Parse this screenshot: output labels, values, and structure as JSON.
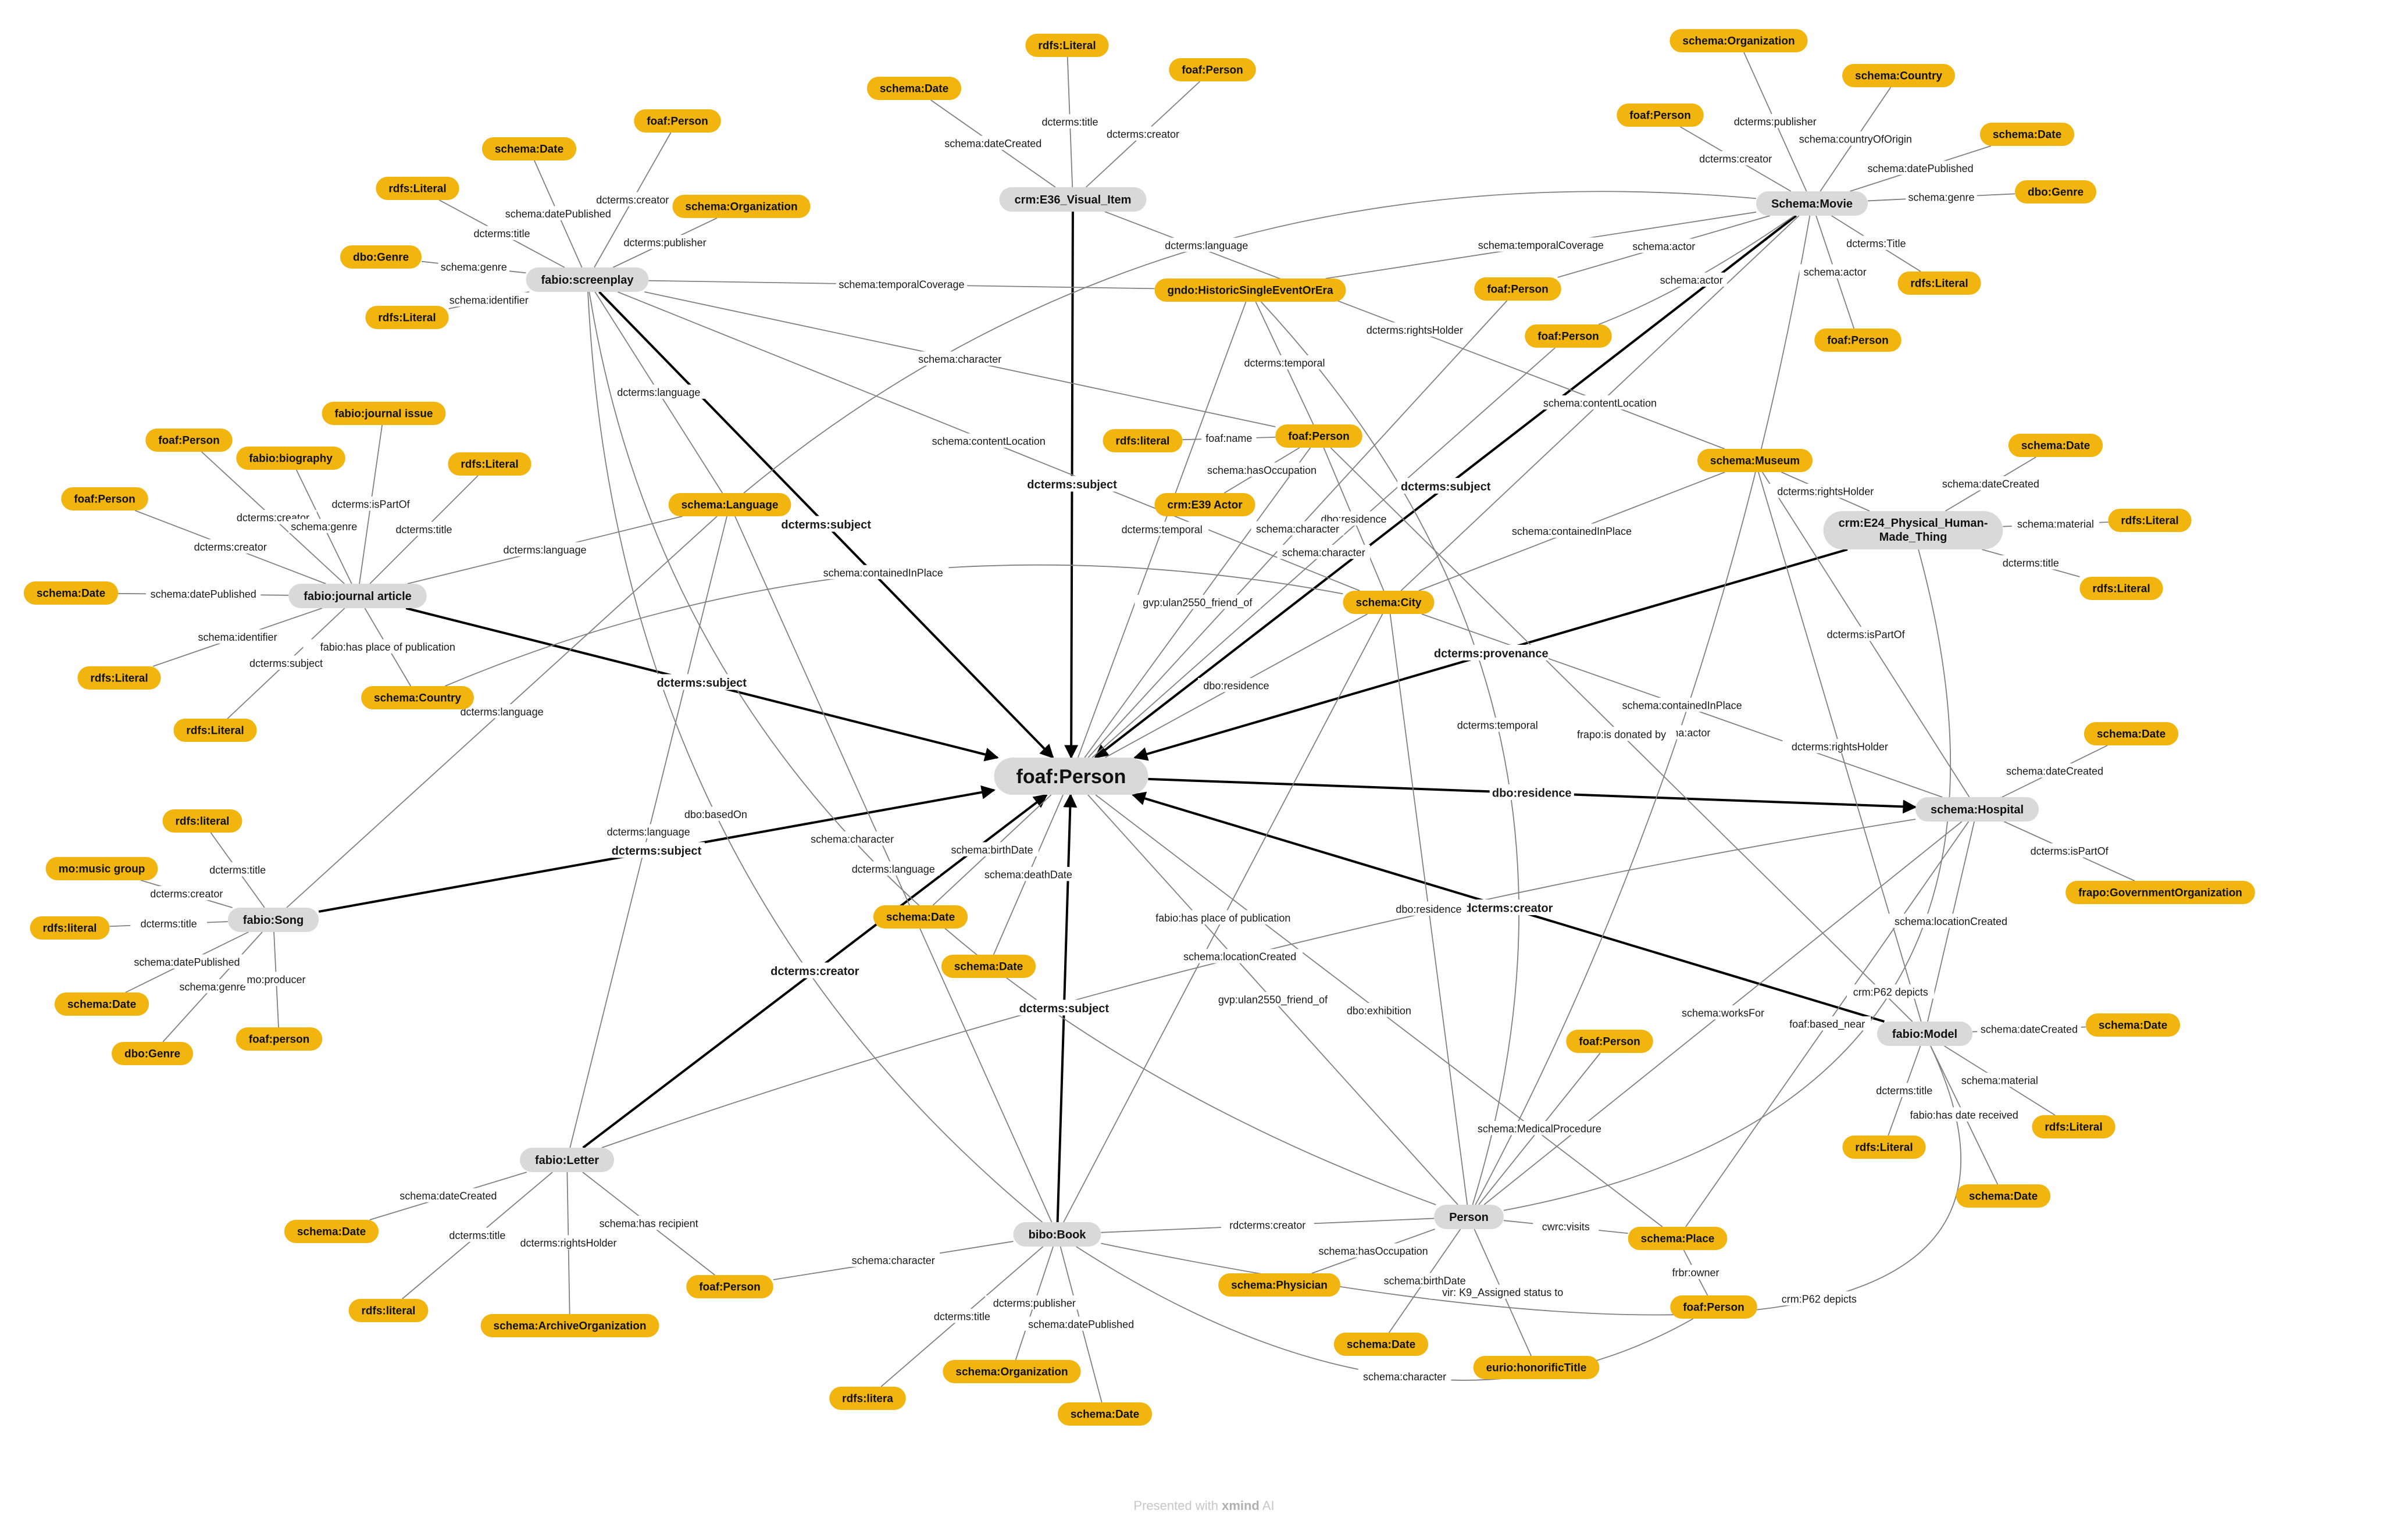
{
  "footer": {
    "prefix": "Presented with",
    "brand": "xmind",
    "suffix": "AI"
  },
  "colors": {
    "class_node": "#d9d9d9",
    "type_node": "#f2b50f",
    "thin_line": "#808080",
    "bold_line": "#000000"
  },
  "nodes": [
    {
      "id": "center",
      "label": "foaf:Person",
      "kind": "center"
    },
    {
      "id": "screenplay",
      "label": "fabio:screenplay",
      "kind": "class"
    },
    {
      "id": "visual",
      "label": "crm:E36_Visual_Item",
      "kind": "class"
    },
    {
      "id": "movie",
      "label": "Schema:Movie",
      "kind": "class"
    },
    {
      "id": "e24",
      "label": "crm:E24_Physical_Human-Made_Thing",
      "kind": "class"
    },
    {
      "id": "hospital",
      "label": "schema:Hospital",
      "kind": "class"
    },
    {
      "id": "model",
      "label": "fabio:Model",
      "kind": "class"
    },
    {
      "id": "person",
      "label": "Person",
      "kind": "class"
    },
    {
      "id": "book",
      "label": "bibo:Book",
      "kind": "class"
    },
    {
      "id": "letter",
      "label": "fabio:Letter",
      "kind": "class"
    },
    {
      "id": "song",
      "label": "fabio:Song",
      "kind": "class"
    },
    {
      "id": "journal",
      "label": "fabio:journal article",
      "kind": "class"
    },
    {
      "id": "sp_date",
      "label": "schema:Date",
      "kind": "type"
    },
    {
      "id": "sp_foaf",
      "label": "foaf:Person",
      "kind": "type"
    },
    {
      "id": "sp_lit",
      "label": "rdfs:Literal",
      "kind": "type"
    },
    {
      "id": "sp_org",
      "label": "schema:Organization",
      "kind": "type"
    },
    {
      "id": "sp_genre",
      "label": "dbo:Genre",
      "kind": "type"
    },
    {
      "id": "sp_lit2",
      "label": "rdfs:Literal",
      "kind": "type"
    },
    {
      "id": "vi_date",
      "label": "schema:Date",
      "kind": "type"
    },
    {
      "id": "vi_lit",
      "label": "rdfs:Literal",
      "kind": "type"
    },
    {
      "id": "vi_foaf",
      "label": "foaf:Person",
      "kind": "type"
    },
    {
      "id": "mv_org",
      "label": "schema:Organization",
      "kind": "type"
    },
    {
      "id": "mv_country",
      "label": "schema:Country",
      "kind": "type"
    },
    {
      "id": "mv_foaf",
      "label": "foaf:Person",
      "kind": "type"
    },
    {
      "id": "mv_date",
      "label": "schema:Date",
      "kind": "type"
    },
    {
      "id": "mv_genre",
      "label": "dbo:Genre",
      "kind": "type"
    },
    {
      "id": "mv_lit",
      "label": "rdfs:Literal",
      "kind": "type"
    },
    {
      "id": "mv_actor3",
      "label": "foaf:Person",
      "kind": "type"
    },
    {
      "id": "mv_actor1",
      "label": "foaf:Person",
      "kind": "type"
    },
    {
      "id": "mv_actor2",
      "label": "foaf:Person",
      "kind": "type"
    },
    {
      "id": "gndo",
      "label": "gndo:HistoricSingleEventOrEra",
      "kind": "type"
    },
    {
      "id": "char_person",
      "label": "foaf:Person",
      "kind": "type"
    },
    {
      "id": "rdfs_literal_s",
      "label": "rdfs:literal",
      "kind": "type"
    },
    {
      "id": "crm_actor",
      "label": "crm:E39 Actor",
      "kind": "type"
    },
    {
      "id": "museum",
      "label": "schema:Museum",
      "kind": "type"
    },
    {
      "id": "language",
      "label": "schema:Language",
      "kind": "type"
    },
    {
      "id": "city",
      "label": "schema:City",
      "kind": "type"
    },
    {
      "id": "e24_date",
      "label": "schema:Date",
      "kind": "type"
    },
    {
      "id": "e24_lit",
      "label": "rdfs:Literal",
      "kind": "type"
    },
    {
      "id": "e24_lit2",
      "label": "rdfs:Literal",
      "kind": "type"
    },
    {
      "id": "ja_journal",
      "label": "fabio:journal issue",
      "kind": "type"
    },
    {
      "id": "ja_foaf1",
      "label": "foaf:Person",
      "kind": "type"
    },
    {
      "id": "ja_bio",
      "label": "fabio:biography",
      "kind": "type"
    },
    {
      "id": "ja_lit",
      "label": "rdfs:Literal",
      "kind": "type"
    },
    {
      "id": "ja_foaf2",
      "label": "foaf:Person",
      "kind": "type"
    },
    {
      "id": "ja_date",
      "label": "schema:Date",
      "kind": "type"
    },
    {
      "id": "ja_lit2",
      "label": "rdfs:Literal",
      "kind": "type"
    },
    {
      "id": "ja_lit3",
      "label": "rdfs:Literal",
      "kind": "type"
    },
    {
      "id": "country",
      "label": "schema:Country",
      "kind": "type"
    },
    {
      "id": "song_lit",
      "label": "rdfs:literal",
      "kind": "type"
    },
    {
      "id": "song_mo",
      "label": "mo:music group",
      "kind": "type"
    },
    {
      "id": "song_lit2",
      "label": "rdfs:literal",
      "kind": "type"
    },
    {
      "id": "song_date",
      "label": "schema:Date",
      "kind": "type"
    },
    {
      "id": "song_genre",
      "label": "dbo:Genre",
      "kind": "type"
    },
    {
      "id": "song_prod",
      "label": "foaf:person",
      "kind": "type"
    },
    {
      "id": "birth_date",
      "label": "schema:Date",
      "kind": "type"
    },
    {
      "id": "death_date",
      "label": "schema:Date",
      "kind": "type"
    },
    {
      "id": "hos_date",
      "label": "schema:Date",
      "kind": "type"
    },
    {
      "id": "frapo",
      "label": "frapo:GovernmentOrganization",
      "kind": "type"
    },
    {
      "id": "md_date",
      "label": "schema:Date",
      "kind": "type"
    },
    {
      "id": "md_lit",
      "label": "rdfs:Literal",
      "kind": "type"
    },
    {
      "id": "md_lit2",
      "label": "rdfs:Literal",
      "kind": "type"
    },
    {
      "id": "md_date2",
      "label": "schema:Date",
      "kind": "type"
    },
    {
      "id": "p_foaf",
      "label": "foaf:Person",
      "kind": "type"
    },
    {
      "id": "place",
      "label": "schema:Place",
      "kind": "type"
    },
    {
      "id": "owner",
      "label": "foaf:Person",
      "kind": "type"
    },
    {
      "id": "physician",
      "label": "schema:Physician",
      "kind": "type"
    },
    {
      "id": "p_date",
      "label": "schema:Date",
      "kind": "type"
    },
    {
      "id": "eurio",
      "label": "eurio:honorificTitle",
      "kind": "type"
    },
    {
      "id": "lt_date",
      "label": "schema:Date",
      "kind": "type"
    },
    {
      "id": "lt_lit",
      "label": "rdfs:literal",
      "kind": "type"
    },
    {
      "id": "archive",
      "label": "schema:ArchiveOrganization",
      "kind": "type"
    },
    {
      "id": "lt_foaf",
      "label": "foaf:Person",
      "kind": "type"
    },
    {
      "id": "bk_org",
      "label": "schema:Organization",
      "kind": "type"
    },
    {
      "id": "bk_lit",
      "label": "rdfs:litera",
      "kind": "type"
    },
    {
      "id": "bk_date",
      "label": "schema:Date",
      "kind": "type"
    }
  ],
  "edges": [
    {
      "from": "screenplay",
      "to": "center",
      "label": "dcterms:subject",
      "bold": true
    },
    {
      "from": "visual",
      "to": "center",
      "label": "dcterms:subject",
      "bold": true
    },
    {
      "from": "movie",
      "to": "center",
      "label": "dcterms:subject",
      "bold": true
    },
    {
      "from": "e24",
      "to": "center",
      "label": "dcterms:provenance",
      "bold": true
    },
    {
      "from": "center",
      "to": "hospital",
      "label": "dbo:residence",
      "bold": true
    },
    {
      "from": "model",
      "to": "center",
      "label": "dcterms:creator",
      "bold": true
    },
    {
      "from": "book",
      "to": "center",
      "label": "dcterms:subject",
      "bold": true
    },
    {
      "from": "letter",
      "to": "center",
      "label": "dcterms:creator",
      "bold": true
    },
    {
      "from": "song",
      "to": "center",
      "label": "dcterms:subject",
      "bold": true
    },
    {
      "from": "journal",
      "to": "center",
      "label": "dcterms:subject",
      "bold": true
    },
    {
      "from": "screenplay",
      "to": "sp_date",
      "label": "schema:datePublished"
    },
    {
      "from": "screenplay",
      "to": "sp_foaf",
      "label": "dcterms:creator"
    },
    {
      "from": "screenplay",
      "to": "sp_lit",
      "label": "dcterms:title"
    },
    {
      "from": "screenplay",
      "to": "sp_org",
      "label": "dcterms:publisher"
    },
    {
      "from": "screenplay",
      "to": "sp_genre",
      "label": "schema:genre"
    },
    {
      "from": "screenplay",
      "to": "sp_lit2",
      "label": "schema:identifier"
    },
    {
      "from": "screenplay",
      "to": "gndo",
      "label": "schema:temporalCoverage"
    },
    {
      "from": "screenplay",
      "to": "char_person",
      "label": "schema:character"
    },
    {
      "from": "screenplay",
      "to": "city",
      "label": "schema:contentLocation"
    },
    {
      "from": "screenplay",
      "to": "language",
      "label": "dcterms:language"
    },
    {
      "from": "screenplay",
      "to": "book",
      "label": "dbo:basedOn"
    },
    {
      "from": "screenplay",
      "to": "person",
      "label": "schema:character"
    },
    {
      "from": "visual",
      "to": "vi_date",
      "label": "schema:dateCreated"
    },
    {
      "from": "visual",
      "to": "vi_lit",
      "label": "dcterms:title"
    },
    {
      "from": "visual",
      "to": "vi_foaf",
      "label": "dcterms:creator"
    },
    {
      "from": "visual",
      "to": "museum",
      "label": "dcterms:rightsHolder"
    },
    {
      "from": "movie",
      "to": "mv_org",
      "label": "dcterms:publisher"
    },
    {
      "from": "movie",
      "to": "mv_country",
      "label": "schema:countryOfOrigin"
    },
    {
      "from": "movie",
      "to": "mv_foaf",
      "label": "dcterms:creator"
    },
    {
      "from": "movie",
      "to": "mv_date",
      "label": "schema:datePublished"
    },
    {
      "from": "movie",
      "to": "mv_genre",
      "label": "schema:genre"
    },
    {
      "from": "movie",
      "to": "mv_lit",
      "label": "dcterms:Title"
    },
    {
      "from": "movie",
      "to": "mv_actor3",
      "label": "schema:actor"
    },
    {
      "from": "movie",
      "to": "mv_actor1",
      "label": "schema:actor"
    },
    {
      "from": "movie",
      "to": "mv_actor2",
      "label": "schema:actor"
    },
    {
      "from": "movie",
      "to": "gndo",
      "label": "schema:temporalCoverage"
    },
    {
      "from": "movie",
      "to": "language",
      "label": "dcterms:language"
    },
    {
      "from": "movie",
      "to": "city",
      "label": "schema:contentLocation"
    },
    {
      "from": "movie",
      "to": "person",
      "label": "schema:actor"
    },
    {
      "from": "gndo",
      "to": "char_person",
      "label": "dcterms:temporal"
    },
    {
      "from": "gndo",
      "to": "center",
      "label": "dcterms:temporal"
    },
    {
      "from": "gndo",
      "to": "person",
      "label": "dcterms:temporal"
    },
    {
      "from": "char_person",
      "to": "rdfs_literal_s",
      "label": "foaf:name"
    },
    {
      "from": "char_person",
      "to": "crm_actor",
      "label": "schema:hasOccupation"
    },
    {
      "from": "char_person",
      "to": "city",
      "label": "dbo:residence"
    },
    {
      "from": "char_person",
      "to": "center",
      "label": "gvp:ulan2550_friend_of"
    },
    {
      "from": "char_person",
      "to": "model",
      "label": "frapo:is donated by"
    },
    {
      "from": "mv_actor1",
      "to": "center",
      "label": "schema:character"
    },
    {
      "from": "mv_actor2",
      "to": "center",
      "label": "schema:character"
    },
    {
      "from": "museum",
      "to": "e24",
      "label": "dcterms:rightsHolder"
    },
    {
      "from": "museum",
      "to": "city",
      "label": "schema:containedInPlace"
    },
    {
      "from": "museum",
      "to": "hospital",
      "label": "dcterms:isPartOf"
    },
    {
      "from": "museum",
      "to": "model",
      "label": "dcterms:rightsHolder"
    },
    {
      "from": "e24",
      "to": "e24_date",
      "label": "schema:dateCreated"
    },
    {
      "from": "e24",
      "to": "e24_lit",
      "label": "schema:material"
    },
    {
      "from": "e24",
      "to": "e24_lit2",
      "label": "dcterms:title"
    },
    {
      "from": "e24",
      "to": "person",
      "label": "crm:P62 depicts"
    },
    {
      "from": "city",
      "to": "center",
      "label": "dbo:residence"
    },
    {
      "from": "city",
      "to": "hospital",
      "label": "schema:containedInPlace"
    },
    {
      "from": "city",
      "to": "person",
      "label": "dbo:residence"
    },
    {
      "from": "city",
      "to": "book",
      "label": "fabio:has place of publication"
    },
    {
      "from": "country",
      "to": "city",
      "label": "schema:containedInPlace"
    },
    {
      "from": "journal",
      "to": "ja_journal",
      "label": "dcterms:isPartOf"
    },
    {
      "from": "journal",
      "to": "ja_foaf1",
      "label": "dcterms:creator"
    },
    {
      "from": "journal",
      "to": "ja_bio",
      "label": "schema:genre"
    },
    {
      "from": "journal",
      "to": "ja_lit",
      "label": "dcterms:title"
    },
    {
      "from": "journal",
      "to": "ja_foaf2",
      "label": "dcterms:creator"
    },
    {
      "from": "journal",
      "to": "ja_date",
      "label": "schema:datePublished"
    },
    {
      "from": "journal",
      "to": "ja_lit2",
      "label": "schema:identifier"
    },
    {
      "from": "journal",
      "to": "ja_lit3",
      "label": "dcterms:subject"
    },
    {
      "from": "journal",
      "to": "country",
      "label": "fabio:has place of publication"
    },
    {
      "from": "journal",
      "to": "language",
      "label": "dcterms:language"
    },
    {
      "from": "song",
      "to": "song_lit",
      "label": "dcterms:title"
    },
    {
      "from": "song",
      "to": "song_mo",
      "label": "dcterms:creator"
    },
    {
      "from": "song",
      "to": "song_lit2",
      "label": "dcterms:title"
    },
    {
      "from": "song",
      "to": "song_date",
      "label": "schema:datePublished"
    },
    {
      "from": "song",
      "to": "song_genre",
      "label": "schema:genre"
    },
    {
      "from": "song",
      "to": "song_prod",
      "label": "mo:producer"
    },
    {
      "from": "song",
      "to": "language",
      "label": "dcterms:language"
    },
    {
      "from": "center",
      "to": "birth_date",
      "label": "schema:birthDate"
    },
    {
      "from": "center",
      "to": "death_date",
      "label": "schema:deathDate"
    },
    {
      "from": "center",
      "to": "person",
      "label": "gvp:ulan2550_friend_of"
    },
    {
      "from": "center",
      "to": "place",
      "label": "dbo:exhibition"
    },
    {
      "from": "hospital",
      "to": "hos_date",
      "label": "schema:dateCreated"
    },
    {
      "from": "hospital",
      "to": "frapo",
      "label": "dcterms:isPartOf"
    },
    {
      "from": "hospital",
      "to": "model",
      "label": "schema:locationCreated"
    },
    {
      "from": "hospital",
      "to": "letter",
      "label": "schema:locationCreated"
    },
    {
      "from": "hospital",
      "to": "person",
      "label": "schema:worksFor"
    },
    {
      "from": "hospital",
      "to": "place",
      "label": "foaf:based_near"
    },
    {
      "from": "model",
      "to": "md_date",
      "label": "schema:dateCreated"
    },
    {
      "from": "model",
      "to": "md_lit",
      "label": "schema:material"
    },
    {
      "from": "model",
      "to": "md_lit2",
      "label": "dcterms:title"
    },
    {
      "from": "model",
      "to": "md_date2",
      "label": "fabio:has date received"
    },
    {
      "from": "model",
      "to": "book",
      "label": "crm:P62 depicts"
    },
    {
      "from": "person",
      "to": "p_foaf",
      "label": "schema:MedicalProcedure"
    },
    {
      "from": "person",
      "to": "place",
      "label": "cwrc:visits"
    },
    {
      "from": "person",
      "to": "physician",
      "label": "schema:hasOccupation"
    },
    {
      "from": "person",
      "to": "p_date",
      "label": "schema:birthDate"
    },
    {
      "from": "person",
      "to": "eurio",
      "label": "vir: K9_Assigned status to"
    },
    {
      "from": "place",
      "to": "owner",
      "label": "frbr:owner"
    },
    {
      "from": "owner",
      "to": "book",
      "label": "schema:character"
    },
    {
      "from": "book",
      "to": "person",
      "label": "rdcterms:creator"
    },
    {
      "from": "book",
      "to": "lt_foaf",
      "label": "schema:character"
    },
    {
      "from": "book",
      "to": "bk_org",
      "label": "dcterms:publisher"
    },
    {
      "from": "book",
      "to": "bk_lit",
      "label": "dcterms:title"
    },
    {
      "from": "book",
      "to": "bk_date",
      "label": "schema:datePublished"
    },
    {
      "from": "book",
      "to": "language",
      "label": "dcterms:language"
    },
    {
      "from": "letter",
      "to": "lt_date",
      "label": "schema:dateCreated"
    },
    {
      "from": "letter",
      "to": "lt_lit",
      "label": "dcterms:title"
    },
    {
      "from": "letter",
      "to": "archive",
      "label": "dcterms:rightsHolder"
    },
    {
      "from": "letter",
      "to": "lt_foaf",
      "label": "schema:has recipient"
    },
    {
      "from": "letter",
      "to": "language",
      "label": "dcterms:language"
    }
  ]
}
